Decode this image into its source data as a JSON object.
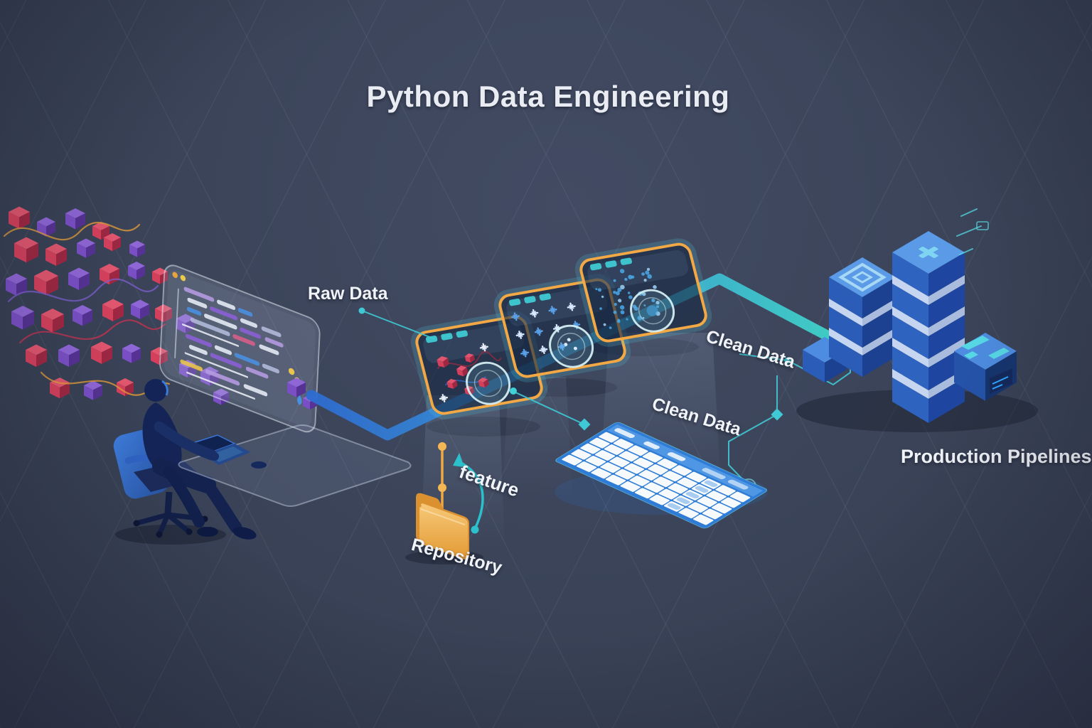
{
  "title": "Python Data Engineering",
  "labels": {
    "raw_data": "Raw Data",
    "clean_data_upper": "Clean Data",
    "clean_data_lower": "Clean Data",
    "feature_branch": "feature",
    "repository": "Repository",
    "production_pipelines": "Production Pipelines"
  },
  "colors": {
    "background": "#3b4358",
    "title_text": "#e9ecf3",
    "label_text": "#f0f3f8",
    "module_border": "#f2a845",
    "accent_teal": "#3fc9d4",
    "pipe_blue": "#2e6bd0",
    "pipe_teal": "#41d8c8",
    "cube_red": "#d4405c",
    "cube_purple": "#7a4fc5",
    "wire_orange": "#e09a3a",
    "folder_orange": "#f0ac4e",
    "server_blue": "#3a7bd5",
    "server_light": "#c7d6f0",
    "table_blue": "#2e7cd6",
    "glyph_cyan": "#56dce4"
  }
}
